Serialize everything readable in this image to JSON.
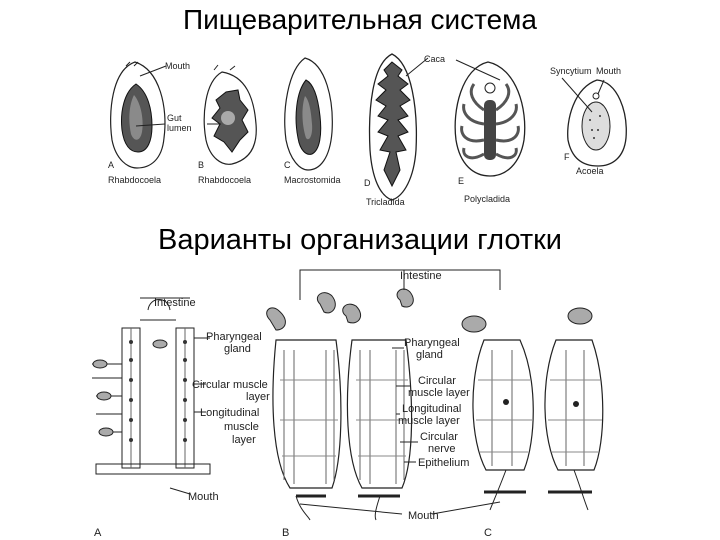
{
  "title_top": "Пищеварительная система",
  "title_bottom": "Варианты организации глотки",
  "top_figure": {
    "labels": {
      "mouth_a": "Mouth",
      "gut_lumen": "Gut\nlumen",
      "caeca": "Caca",
      "syncytium": "Syncytium",
      "mouth_f": "Mouth"
    },
    "panels": [
      {
        "letter": "A",
        "name": "Rhabdocoela"
      },
      {
        "letter": "B",
        "name": "Rhabdocoela"
      },
      {
        "letter": "C",
        "name": "Macrostomida"
      },
      {
        "letter": "D",
        "name": "Tricladida"
      },
      {
        "letter": "E",
        "name": "Polycladida"
      },
      {
        "letter": "F",
        "name": "Acoela"
      }
    ]
  },
  "bottom_figure": {
    "labels": {
      "intestine_top": "Intestine",
      "intestine_left": "Intestine",
      "pharyngeal_gland_left": "Pharyngeal\ngland",
      "circular_muscle_left": "Circular muscle\nlayer",
      "longitudinal_muscle_left": "Longitudinal\nmuscle\nlayer",
      "mouth_left": "Mouth",
      "pharyngeal_gland_right": "Pharyngeal\ngland",
      "circular_muscle_right": "Circular\nmuscle layer",
      "longitudinal_muscle_right": "Longitudinal\nmuscle layer",
      "circular_nerve": "Circular\nnerve",
      "epithelium": "Epithelium",
      "mouth_bottom": "Mouth"
    },
    "panel_letters": [
      "A",
      "B",
      "C"
    ]
  }
}
